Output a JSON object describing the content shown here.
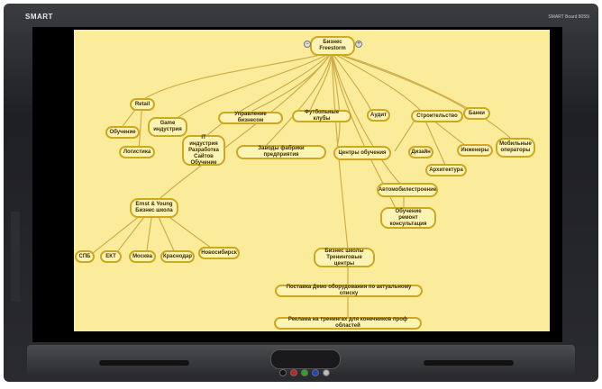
{
  "board": {
    "brand": "SMART",
    "model": "SMART Board 8055i"
  },
  "mindmap": {
    "root": "Бизнес\nFreestorm",
    "nodes": {
      "retail": "Retail",
      "obuchenie": "Обучение",
      "logistika": "Логистика",
      "game": "Game\nиндустрия",
      "upravlenie": "Управление бизнесом",
      "it": "IT индустрия\nРазработка\nСайтов\nОбучение",
      "zavody": "Заводы фабрики предприятия",
      "futbol": "Футбольные клубы",
      "centry": "Центры обучения",
      "audit": "Аудит",
      "stroitelstvo": "Строительство",
      "banki": "Банки",
      "dizain": "Дизайн",
      "inzhenery": "Инженеры",
      "arhitektura": "Архитектура",
      "mobilnye": "Мобильные\nоператоры",
      "avto": "Автомобилестроение",
      "remont": "Обучение ремонт\nконсультация",
      "ernst": "Ernst & Young\nБизнес школа",
      "spb": "СПБ",
      "ekt": "ЕКТ",
      "moskva": "Москва",
      "krasnodar": "Краснодар",
      "novosibirsk": "Новосибирск",
      "shkoly": "Бизнес школы\nТренинговые центры",
      "postavka": "Поставка Демо оборудования по актуальному списку",
      "reklama": "Реклама на тренингах для конечников проф областей"
    }
  },
  "colors": {
    "canvas": "#fbec9c",
    "node_fill": "#fdf3b4",
    "node_border": "#cfa81e",
    "link": "#cfae4a"
  },
  "controls": {
    "minus": "−",
    "plus": "+"
  }
}
